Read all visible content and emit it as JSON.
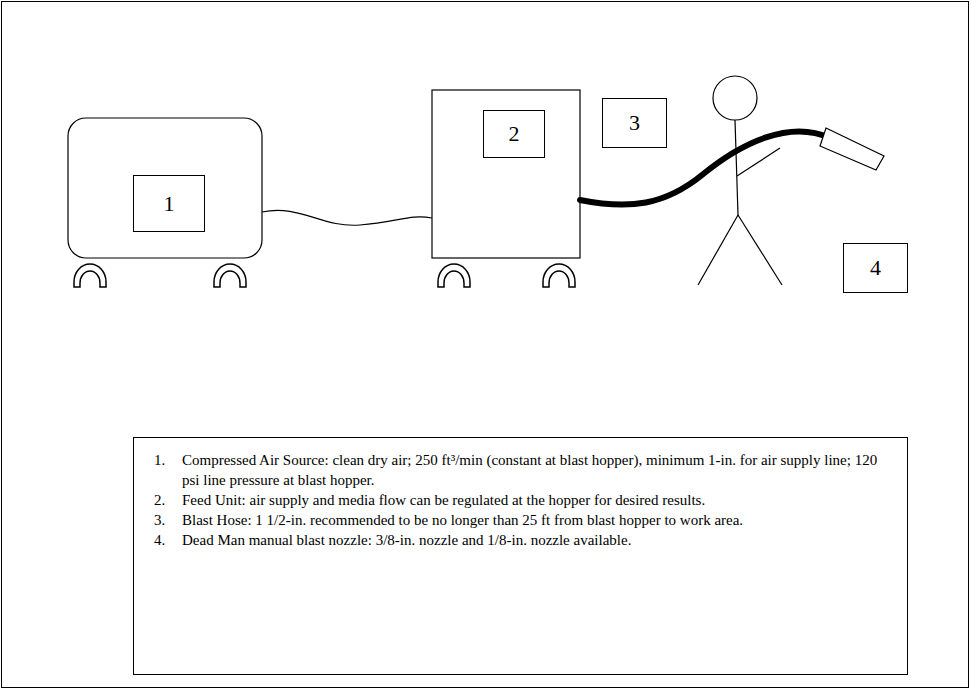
{
  "diagram": {
    "nodes": [
      {
        "text": [
          "1"
        ]
      },
      {
        "text": [
          "2"
        ]
      },
      {
        "text": [
          "3"
        ]
      },
      {
        "text": [
          "4"
        ]
      },
      {
        "text": [
          "1.",
          "Compressed Air Source: clean dry air; 250 ft³/min (constant at blast hopper), minimum 1-in. for air supply line; 120 psi line pressure at blast hopper.",
          "2.",
          "Feed Unit: air supply and media flow can be regulated at the hopper for desired results.",
          "3.",
          "Blast Hose: 1 1/2-in. recommended to be no longer than 25 ft from blast hopper to work area.",
          "4.",
          "Dead Man manual blast nozzle: 3/8-in. nozzle and 1/8-in. nozzle available."
        ]
      }
    ]
  }
}
